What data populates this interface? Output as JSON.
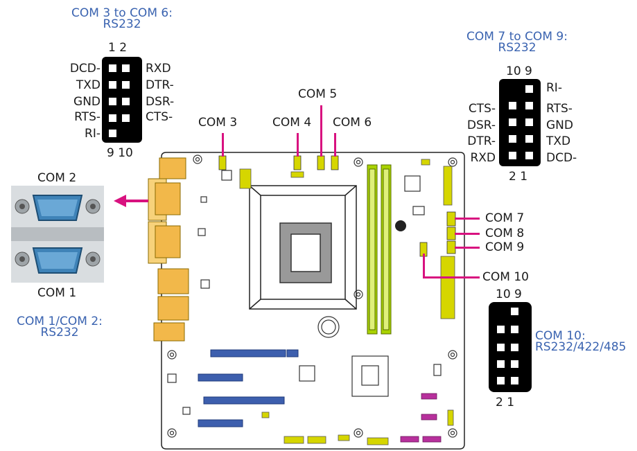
{
  "colors": {
    "accent": "#d8117f",
    "title": "#3a63b0",
    "slot_green": "#a9d200",
    "slot_blue": "#3d5fae",
    "sata_purple": "#b7309c"
  },
  "com3_6": {
    "title_line1": "COM 3 to COM 6:",
    "title_line2": "RS232",
    "top_numbers": "1 2",
    "bottom_numbers": "9 10",
    "left_pins": [
      "DCD-",
      "TXD",
      "GND",
      "RTS-",
      "RI-"
    ],
    "right_pins": [
      "RXD",
      "DTR-",
      "DSR-",
      "CTS-"
    ]
  },
  "com7_9": {
    "title_line1": "COM 7 to COM 9:",
    "title_line2": "RS232",
    "top_numbers": "10 9",
    "bottom_numbers": "2 1",
    "left_pins": [
      "CTS-",
      "DSR-",
      "DTR-",
      "RXD"
    ],
    "right_pins": [
      "RI-",
      "RTS-",
      "GND",
      "TXD",
      "DCD-"
    ]
  },
  "com1_2": {
    "title_line1": "COM 1/COM 2:",
    "title_line2": "RS232",
    "com2_label": "COM 2",
    "com1_label": "COM 1"
  },
  "com10": {
    "title_line1": "COM 10:",
    "title_line2": "RS232/422/485",
    "top_numbers": "10 9",
    "bottom_numbers": "2 1"
  },
  "callouts": {
    "com3": "COM 3",
    "com4": "COM 4",
    "com5": "COM 5",
    "com6": "COM 6",
    "com7": "COM 7",
    "com8": "COM 8",
    "com9": "COM 9",
    "com10": "COM 10"
  }
}
